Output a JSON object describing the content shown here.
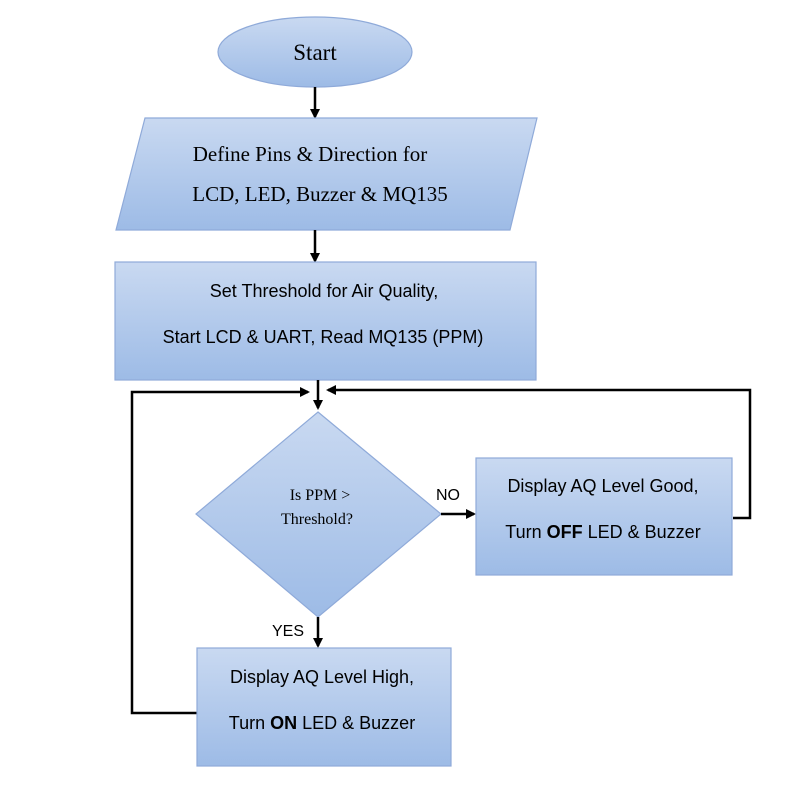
{
  "flowchart": {
    "start": {
      "label": "Start"
    },
    "define_pins": {
      "line1": "Define Pins & Direction for",
      "line2": "LCD, LED, Buzzer & MQ135"
    },
    "set_threshold": {
      "line1": "Set Threshold for Air Quality,",
      "line2": "Start LCD & UART, Read MQ135 (PPM)"
    },
    "decision": {
      "line1": "Is PPM >",
      "line2": "Threshold?"
    },
    "branch_no": {
      "label": "NO"
    },
    "branch_yes": {
      "label": "YES"
    },
    "good_box": {
      "line1": "Display AQ Level Good,",
      "line2_pre": "Turn ",
      "line2_bold": "OFF",
      "line2_post": " LED & Buzzer"
    },
    "high_box": {
      "line1": "Display AQ Level High,",
      "line2_pre": "Turn ",
      "line2_bold": "ON",
      "line2_post": " LED & Buzzer"
    }
  },
  "colors": {
    "fill_top": "#c9d9f1",
    "fill_bottom": "#9dbbe6",
    "border": "#8faad9",
    "arrow": "#000000",
    "text": "#000000"
  }
}
